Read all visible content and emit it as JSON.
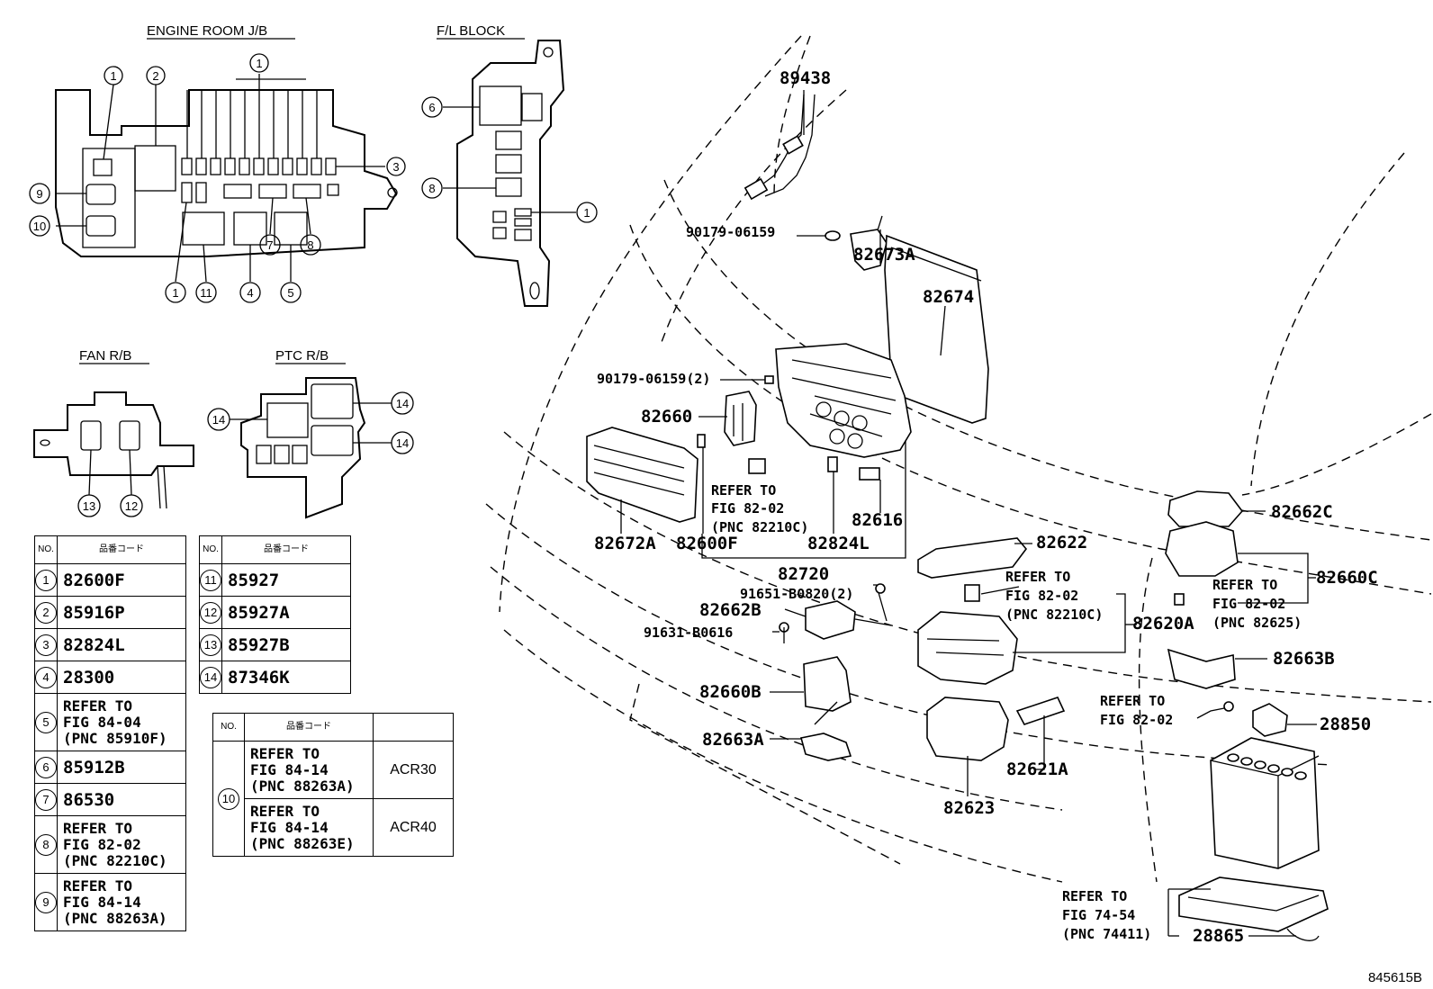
{
  "sections": {
    "engine_room_jb": "ENGINE ROOM J/B",
    "fl_block": "F/L BLOCK",
    "fan_rb": "FAN R/B",
    "ptc_rb": "PTC R/B"
  },
  "callouts": {
    "erjb": [
      "1",
      "2",
      "1",
      "3",
      "9",
      "10",
      "1",
      "11",
      "4",
      "5",
      "7",
      "8"
    ],
    "fl": [
      "6",
      "8",
      "1"
    ],
    "fan": [
      "13",
      "12"
    ],
    "ptc": [
      "14",
      "14",
      "14"
    ]
  },
  "parts_table": {
    "header_no": "NO.",
    "header_code": "品番コード",
    "left": [
      {
        "no": "1",
        "text": "82600F"
      },
      {
        "no": "2",
        "text": "85916P"
      },
      {
        "no": "3",
        "text": "82824L"
      },
      {
        "no": "4",
        "text": "28300"
      },
      {
        "no": "5",
        "text": "REFER TO\nFIG 84-04\n(PNC 85910F)"
      },
      {
        "no": "6",
        "text": "85912B"
      },
      {
        "no": "7",
        "text": "86530"
      },
      {
        "no": "8",
        "text": "REFER TO\nFIG 82-02\n(PNC 82210C)"
      },
      {
        "no": "9",
        "text": "REFER TO\nFIG 84-14\n(PNC 88263A)"
      }
    ],
    "right": [
      {
        "no": "11",
        "text": "85927"
      },
      {
        "no": "12",
        "text": "85927A"
      },
      {
        "no": "13",
        "text": "85927B"
      },
      {
        "no": "14",
        "text": "87346K"
      }
    ]
  },
  "model_table": {
    "header_no": "NO.",
    "header_code": "品番コード",
    "no": "10",
    "rows": [
      {
        "text": "REFER TO\nFIG 84-14\n(PNC 88263A)",
        "model": "ACR30"
      },
      {
        "text": "REFER TO\nFIG 84-14\n(PNC 88263E)",
        "model": "ACR40"
      }
    ]
  },
  "labels": {
    "p89438": "89438",
    "p82673A": "82673A",
    "p82674": "82674",
    "p90179_a": "90179-06159",
    "p90179_b": "90179-06159(2)",
    "p82660": "82660",
    "ref_a1": "REFER TO",
    "ref_a2": "FIG 82-02",
    "ref_a3": "(PNC 82210C)",
    "p82616": "82616",
    "p82672A": "82672A",
    "p82600F": "82600F",
    "p82824L": "82824L",
    "p82720": "82720",
    "p82622": "82622",
    "ref_b1": "REFER TO",
    "ref_b2": "FIG 82-02",
    "ref_b3": "(PNC 82210C)",
    "p91651": "91651-B0820(2)",
    "p82662B": "82662B",
    "p91631": "91631-B0616",
    "p82620A": "82620A",
    "p82662C": "82662C",
    "p82660C": "82660C",
    "ref_c1": "REFER TO",
    "ref_c2": "FIG 82-02",
    "ref_c3": "(PNC 82625)",
    "p82660B": "82660B",
    "p82663B": "82663B",
    "ref_d1": "REFER TO",
    "ref_d2": "FIG 82-02",
    "p28850": "28850",
    "p82663A": "82663A",
    "p82621A": "82621A",
    "p82623": "82623",
    "ref_e1": "REFER TO",
    "ref_e2": "FIG 74-54",
    "ref_e3": "(PNC 74411)",
    "p28865": "28865"
  },
  "footer_code": "845615B"
}
